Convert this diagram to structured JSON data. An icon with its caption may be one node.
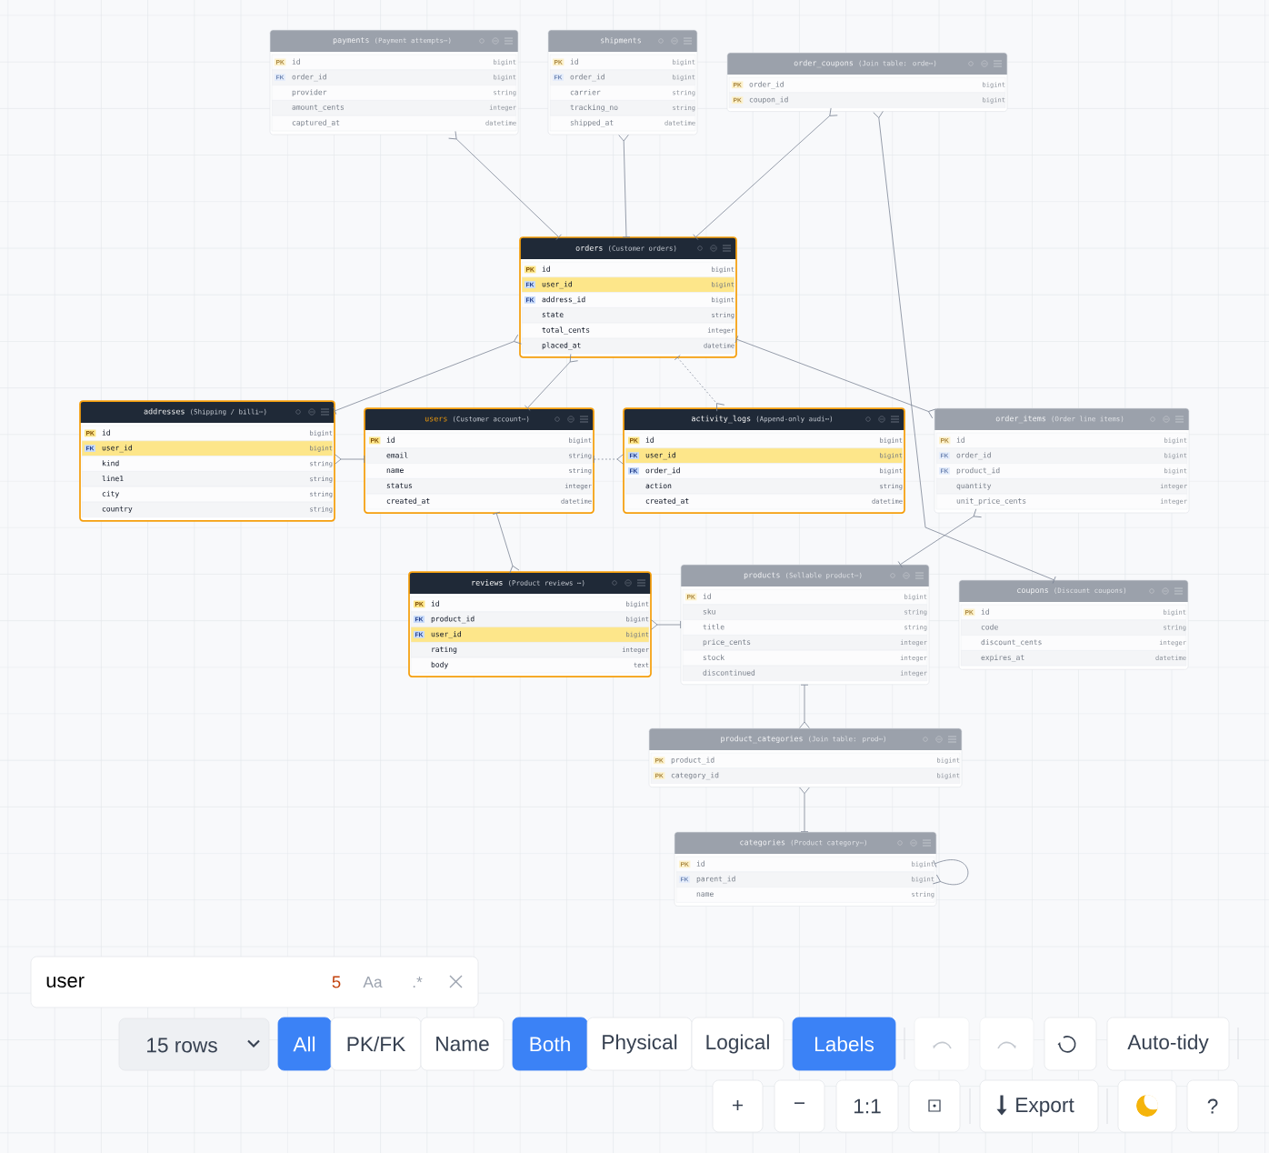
{
  "diagram": {
    "nodes": [
      {
        "text": [
          "payments",
          "(Payment attempts⋯)"
        ]
      },
      {
        "text": [
          "PK",
          "id",
          "bigint"
        ],
        "in": 0
      },
      {
        "text": [
          "FK",
          "order_id",
          "bigint"
        ],
        "in": 0
      },
      {
        "text": [
          "provider",
          "string"
        ],
        "in": 0
      },
      {
        "text": [
          "amount_cents",
          "integer"
        ],
        "in": 0
      },
      {
        "text": [
          "captured_at",
          "datetime"
        ],
        "in": 0
      },
      {
        "text": [
          "shipments"
        ]
      },
      {
        "text": [
          "PK",
          "id",
          "bigint"
        ],
        "in": 6
      },
      {
        "text": [
          "FK",
          "order_id",
          "bigint"
        ],
        "in": 6
      },
      {
        "text": [
          "carrier",
          "string"
        ],
        "in": 6
      },
      {
        "text": [
          "tracking_no",
          "string"
        ],
        "in": 6
      },
      {
        "text": [
          "shipped_at",
          "datetime"
        ],
        "in": 6
      },
      {
        "text": [
          "order_coupons",
          "(Join table: orde⋯)"
        ]
      },
      {
        "text": [
          "PK",
          "order_id",
          "bigint"
        ],
        "in": 12
      },
      {
        "text": [
          "PK",
          "coupon_id",
          "bigint"
        ],
        "in": 12
      },
      {
        "text": [
          "orders",
          "(Customer orders)"
        ]
      },
      {
        "text": [
          "PK",
          "id",
          "bigint"
        ],
        "in": 15
      },
      {
        "text": [
          "FK",
          "user_id",
          "bigint"
        ],
        "in": 15
      },
      {
        "text": [
          "FK",
          "address_id",
          "bigint"
        ],
        "in": 15
      },
      {
        "text": [
          "state",
          "string"
        ],
        "in": 15
      },
      {
        "text": [
          "total_cents",
          "integer"
        ],
        "in": 15
      },
      {
        "text": [
          "placed_at",
          "datetime"
        ],
        "in": 15
      },
      {
        "text": [
          "addresses",
          "(Shipping / billi⋯)"
        ]
      },
      {
        "text": [
          "PK",
          "id",
          "bigint"
        ],
        "in": 22
      },
      {
        "text": [
          "FK",
          "user_id",
          "bigint"
        ],
        "in": 22
      },
      {
        "text": [
          "kind",
          "string"
        ],
        "in": 22
      },
      {
        "text": [
          "line1",
          "string"
        ],
        "in": 22
      },
      {
        "text": [
          "city",
          "string"
        ],
        "in": 22
      },
      {
        "text": [
          "country",
          "string"
        ],
        "in": 22
      },
      {
        "text": [
          "users",
          "(Customer account⋯)"
        ]
      },
      {
        "text": [
          "PK",
          "id",
          "bigint"
        ],
        "in": 29
      },
      {
        "text": [
          "email",
          "string"
        ],
        "in": 29
      },
      {
        "text": [
          "name",
          "string"
        ],
        "in": 29
      },
      {
        "text": [
          "status",
          "integer"
        ],
        "in": 29
      },
      {
        "text": [
          "created_at",
          "datetime"
        ],
        "in": 29
      },
      {
        "text": [
          "activity_logs",
          "(Append-only audi⋯)"
        ]
      },
      {
        "text": [
          "PK",
          "id",
          "bigint"
        ],
        "in": 35
      },
      {
        "text": [
          "FK",
          "user_id",
          "bigint"
        ],
        "in": 35
      },
      {
        "text": [
          "FK",
          "order_id",
          "bigint"
        ],
        "in": 35
      },
      {
        "text": [
          "action",
          "string"
        ],
        "in": 35
      },
      {
        "text": [
          "created_at",
          "datetime"
        ],
        "in": 35
      },
      {
        "text": [
          "order_items",
          "(Order line items)"
        ]
      },
      {
        "text": [
          "PK",
          "id",
          "bigint"
        ],
        "in": 41
      },
      {
        "text": [
          "FK",
          "order_id",
          "bigint"
        ],
        "in": 41
      },
      {
        "text": [
          "FK",
          "product_id",
          "bigint"
        ],
        "in": 41
      },
      {
        "text": [
          "quantity",
          "integer"
        ],
        "in": 41
      },
      {
        "text": [
          "unit_price_cents",
          "integer"
        ],
        "in": 41
      },
      {
        "text": [
          "reviews",
          "(Product reviews ⋯)"
        ]
      },
      {
        "text": [
          "PK",
          "id",
          "bigint"
        ],
        "in": 47
      },
      {
        "text": [
          "FK",
          "product_id",
          "bigint"
        ],
        "in": 47
      },
      {
        "text": [
          "FK",
          "user_id",
          "bigint"
        ],
        "in": 47
      },
      {
        "text": [
          "rating",
          "integer"
        ],
        "in": 47
      },
      {
        "text": [
          "body",
          "text"
        ],
        "in": 47
      },
      {
        "text": [
          "products",
          "(Sellable product⋯)"
        ]
      },
      {
        "text": [
          "PK",
          "id",
          "bigint"
        ],
        "in": 53
      },
      {
        "text": [
          "sku",
          "string"
        ],
        "in": 53
      },
      {
        "text": [
          "title",
          "string"
        ],
        "in": 53
      },
      {
        "text": [
          "price_cents",
          "integer"
        ],
        "in": 53
      },
      {
        "text": [
          "stock",
          "integer"
        ],
        "in": 53
      },
      {
        "text": [
          "discontinued",
          "integer"
        ],
        "in": 53
      },
      {
        "text": [
          "coupons",
          "(Discount coupons)"
        ]
      },
      {
        "text": [
          "PK",
          "id",
          "bigint"
        ],
        "in": 60
      },
      {
        "text": [
          "code",
          "string"
        ],
        "in": 60
      },
      {
        "text": [
          "discount_cents",
          "integer"
        ],
        "in": 60
      },
      {
        "text": [
          "expires_at",
          "datetime"
        ],
        "in": 60
      },
      {
        "text": [
          "product_categories",
          "(Join table: prod⋯)"
        ]
      },
      {
        "text": [
          "PK",
          "product_id",
          "bigint"
        ],
        "in": 65
      },
      {
        "text": [
          "PK",
          "category_id",
          "bigint"
        ],
        "in": 65
      },
      {
        "text": [
          "categories",
          "(Product category⋯)"
        ]
      },
      {
        "text": [
          "PK",
          "id",
          "bigint"
        ],
        "in": 68
      },
      {
        "text": [
          "FK",
          "parent_id",
          "bigint"
        ],
        "in": 68
      },
      {
        "text": [
          "name",
          "string"
        ],
        "in": 68
      }
    ],
    "edges": [
      {
        "from": 15,
        "to": 0,
        "arrow": "other"
      },
      {
        "from": 15,
        "to": 6,
        "arrow": "other"
      },
      {
        "from": 15,
        "to": 12,
        "arrow": "other"
      },
      {
        "from": 60,
        "to": 12,
        "arrow": "other"
      },
      {
        "from": 22,
        "to": 15,
        "arrow": "other"
      },
      {
        "from": 29,
        "to": 15,
        "arrow": "other"
      },
      {
        "from": 15,
        "to": 35,
        "arrow": "other",
        "style": "dashed"
      },
      {
        "from": 15,
        "to": 41,
        "arrow": "other"
      },
      {
        "from": 29,
        "to": 22,
        "arrow": "other"
      },
      {
        "from": 29,
        "to": 35,
        "arrow": "other",
        "style": "dashed"
      },
      {
        "from": 29,
        "to": 47,
        "arrow": "other"
      },
      {
        "from": 53,
        "to": 47,
        "arrow": "other"
      },
      {
        "from": 53,
        "to": 41,
        "arrow": "other"
      },
      {
        "from": 53,
        "to": 65,
        "arrow": "other"
      },
      {
        "from": 68,
        "to": 65,
        "arrow": "other"
      },
      {
        "from": 69,
        "to": 70,
        "arrow": "other"
      }
    ],
    "labels": [
      "user",
      "5",
      "Aa",
      ".*",
      "15 rows",
      "All",
      "PK/FK",
      "Name",
      "Both",
      "Physical",
      "Logical",
      "Labels",
      "Auto-tidy",
      "+",
      "−",
      "1:1",
      "Export",
      "?"
    ]
  }
}
